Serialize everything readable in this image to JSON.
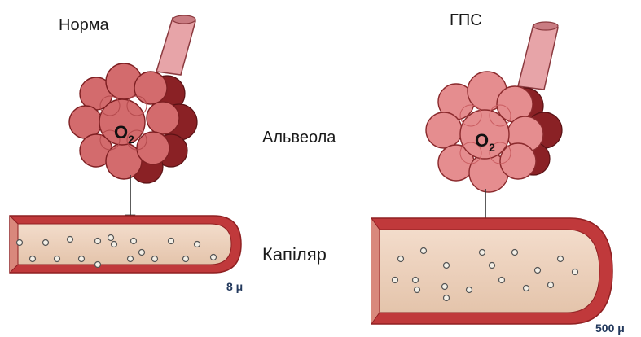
{
  "labels": {
    "normal": "Норма",
    "hps": "ГПС",
    "alveolus": "Альвеола",
    "capillary": "Капіляр",
    "oxygen": "O",
    "oxygen_sub": "2",
    "diameter_normal": "8 μ",
    "diameter_hps": "500 μ"
  },
  "colors": {
    "alveolus_fill": "#d36b6d",
    "alveolus_light": "#e58d8f",
    "alveolus_dark": "#7e1f22",
    "trachea": "#e7a4a8",
    "vessel_wall": "#c0393b",
    "vessel_wall_dark": "#8f2022",
    "vessel_lumen": "#eed2bd",
    "cell": "#f3efe6",
    "arrow": "#333333"
  }
}
